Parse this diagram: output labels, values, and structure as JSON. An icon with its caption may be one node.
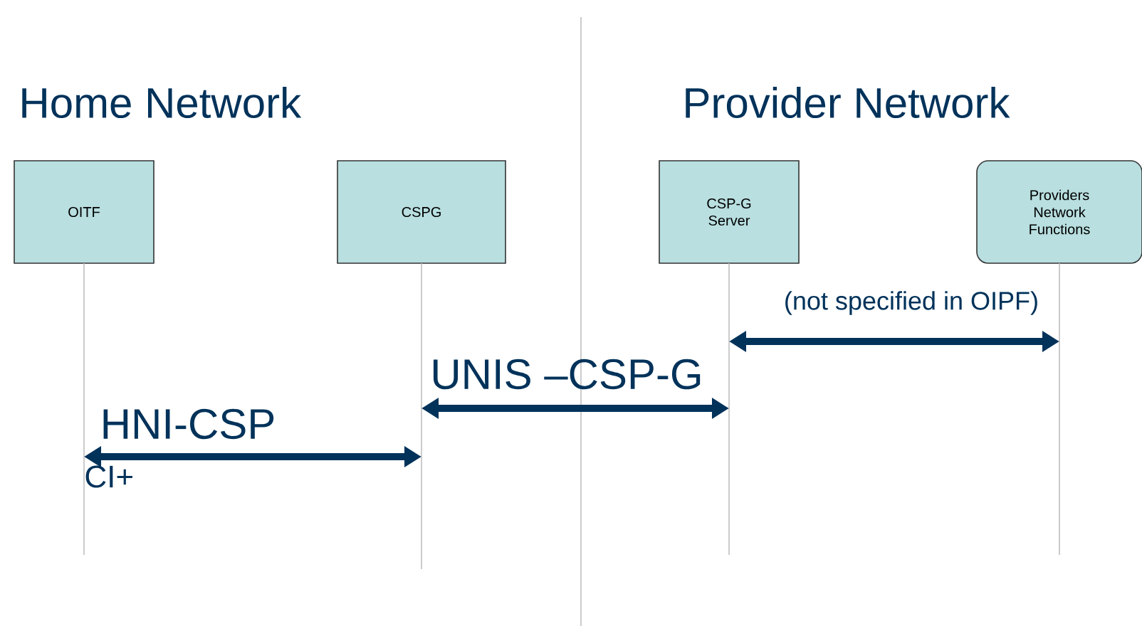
{
  "diagram": {
    "nodes": [
      {
        "text": [
          "OITF"
        ]
      },
      {
        "text": [
          "CSPG"
        ]
      },
      {
        "text": [
          "CSP-G Server"
        ]
      },
      {
        "text": [
          "Providers Network Functions"
        ]
      }
    ],
    "edges": [
      {
        "from": 0,
        "to": 1,
        "arrow": "both",
        "label": "HNI-CSP"
      },
      {
        "from": 1,
        "to": 2,
        "arrow": "both",
        "label": "UNIS –CSP-G"
      },
      {
        "from": 2,
        "to": 3,
        "arrow": "both",
        "label": "(not specified in OIPF)"
      }
    ],
    "labels": [
      "Home Network",
      "Provider Network",
      "CI+"
    ]
  }
}
